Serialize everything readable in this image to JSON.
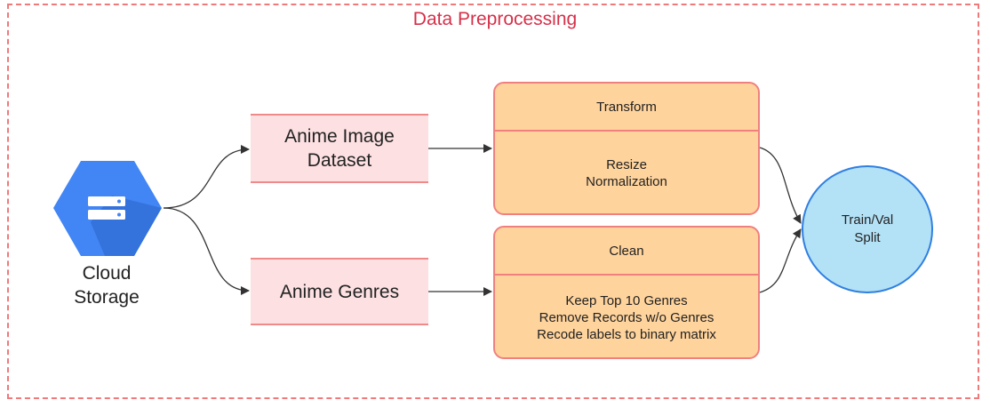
{
  "title": "Data Preprocessing",
  "source": {
    "label_line1": "Cloud",
    "label_line2": "Storage",
    "icon": "cloud-storage-hexagon-icon",
    "icon_color": "#4285F4"
  },
  "datasets": {
    "image_line1": "Anime Image",
    "image_line2": "Dataset",
    "genres": "Anime Genres"
  },
  "transform": {
    "title": "Transform",
    "steps": [
      "Resize",
      "Normalization"
    ]
  },
  "clean": {
    "title": "Clean",
    "steps": [
      "Keep Top 10 Genres",
      "Remove Records w/o Genres",
      "Recode labels to binary matrix"
    ]
  },
  "split": {
    "line1": "Train/Val",
    "line2": "Split"
  },
  "colors": {
    "frame": "#f07a7a",
    "title": "#d6304a",
    "dataset_fill": "#fde0e2",
    "process_fill": "#ffd39c",
    "split_fill": "#b3e1f6",
    "split_border": "#2f7fe0"
  }
}
